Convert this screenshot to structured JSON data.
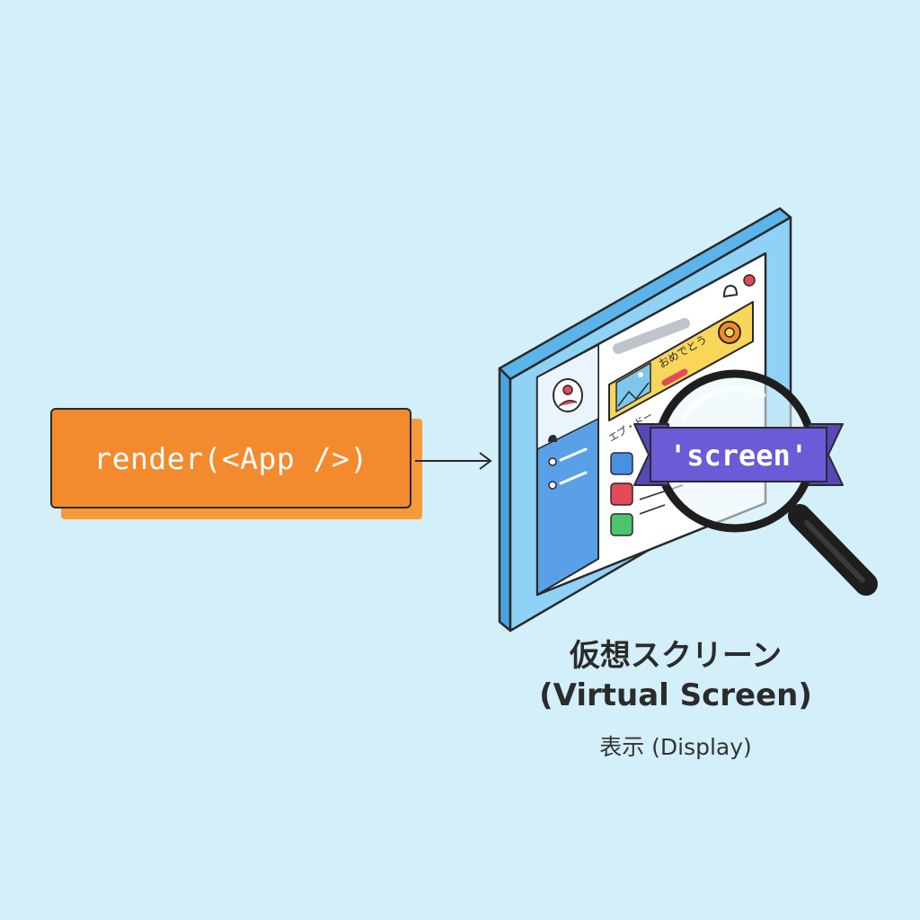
{
  "code_block": {
    "text": "render(<App />)"
  },
  "screen": {
    "banner_text": "おめでとう",
    "section_label": "エプ・ドー"
  },
  "query_badge": {
    "text": "'screen'"
  },
  "caption": {
    "line1": "仮想スクリーン",
    "line2": "(Virtual Screen)",
    "line3": "表示 (Display)"
  },
  "colors": {
    "background": "#d3effa",
    "code_box": "#f38a2e",
    "screen_frame": "#8fd2f5",
    "sidebar": "#5aa0e6",
    "banner": "#f9d55a",
    "badge": "#6a5bd6"
  }
}
